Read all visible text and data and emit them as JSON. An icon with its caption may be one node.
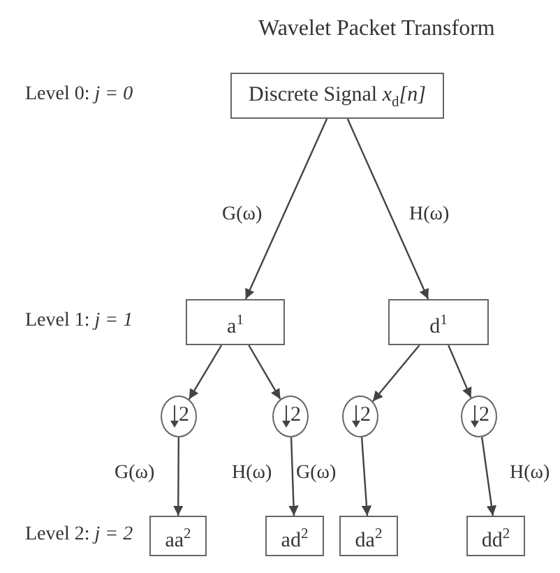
{
  "diagram": {
    "title": "Wavelet Packet Transform",
    "nodes": [
      {
        "text": [
          "Discrete Signal *x*$_{d}$*[n]*"
        ]
      },
      {
        "text": [
          "a$^{1}$"
        ]
      },
      {
        "text": [
          "d$^{1}$"
        ]
      },
      {
        "text": [
          "2"
        ]
      },
      {
        "text": [
          "2"
        ]
      },
      {
        "text": [
          "2"
        ]
      },
      {
        "text": [
          "2"
        ]
      },
      {
        "text": [
          "aa$^{2}$"
        ]
      },
      {
        "text": [
          "ad$^{2}$"
        ]
      },
      {
        "text": [
          "da$^{2}$"
        ]
      },
      {
        "text": [
          "dd$^{2}$"
        ]
      }
    ],
    "edges": [
      {
        "from": 0,
        "to": 1,
        "arrow": "to",
        "label": "G(ω)"
      },
      {
        "from": 0,
        "to": 2,
        "arrow": "to",
        "label": "H(ω)"
      },
      {
        "from": 1,
        "to": 3,
        "arrow": "to"
      },
      {
        "from": 1,
        "to": 4,
        "arrow": "to"
      },
      {
        "from": 2,
        "to": 5,
        "arrow": "to"
      },
      {
        "from": 2,
        "to": 6,
        "arrow": "to"
      },
      {
        "from": 3,
        "to": 7,
        "arrow": "to",
        "label": "G(ω)"
      },
      {
        "from": 4,
        "to": 8,
        "arrow": "to",
        "label": "H(ω)"
      },
      {
        "from": 5,
        "to": 9,
        "arrow": "to",
        "label": "G(ω)"
      },
      {
        "from": 6,
        "to": 10,
        "arrow": "to",
        "label": "H(ω)"
      }
    ],
    "labels": [
      "Level 0: *j = 0*",
      "Level 1: *j = 1*",
      "Level 2: *j = 2*"
    ]
  }
}
